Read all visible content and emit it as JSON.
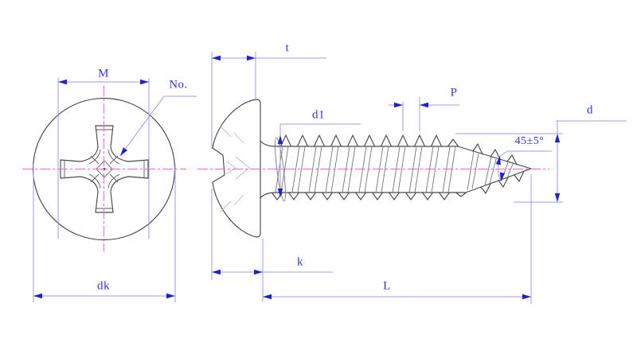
{
  "drawing": {
    "description": "Technical drawing of a pan head self-tapping screw with Phillips cross recess, front view and side view",
    "labels": {
      "m": "M",
      "no": "No.",
      "dk": "dk",
      "t": "t",
      "d1": "d1",
      "p": "P",
      "k": "k",
      "l": "L",
      "d": "d",
      "angle": "45±5°"
    },
    "colors": {
      "background": "#ffffff",
      "dimension_line": "#9b9bf2",
      "dimension_text": "#3434e2",
      "arrow": "#1f1fd4",
      "centerline": "#ff5fc8",
      "outline": "#4a4a4a",
      "thread_flank": "#787878",
      "hidden_line": "#bcbcbc"
    }
  }
}
